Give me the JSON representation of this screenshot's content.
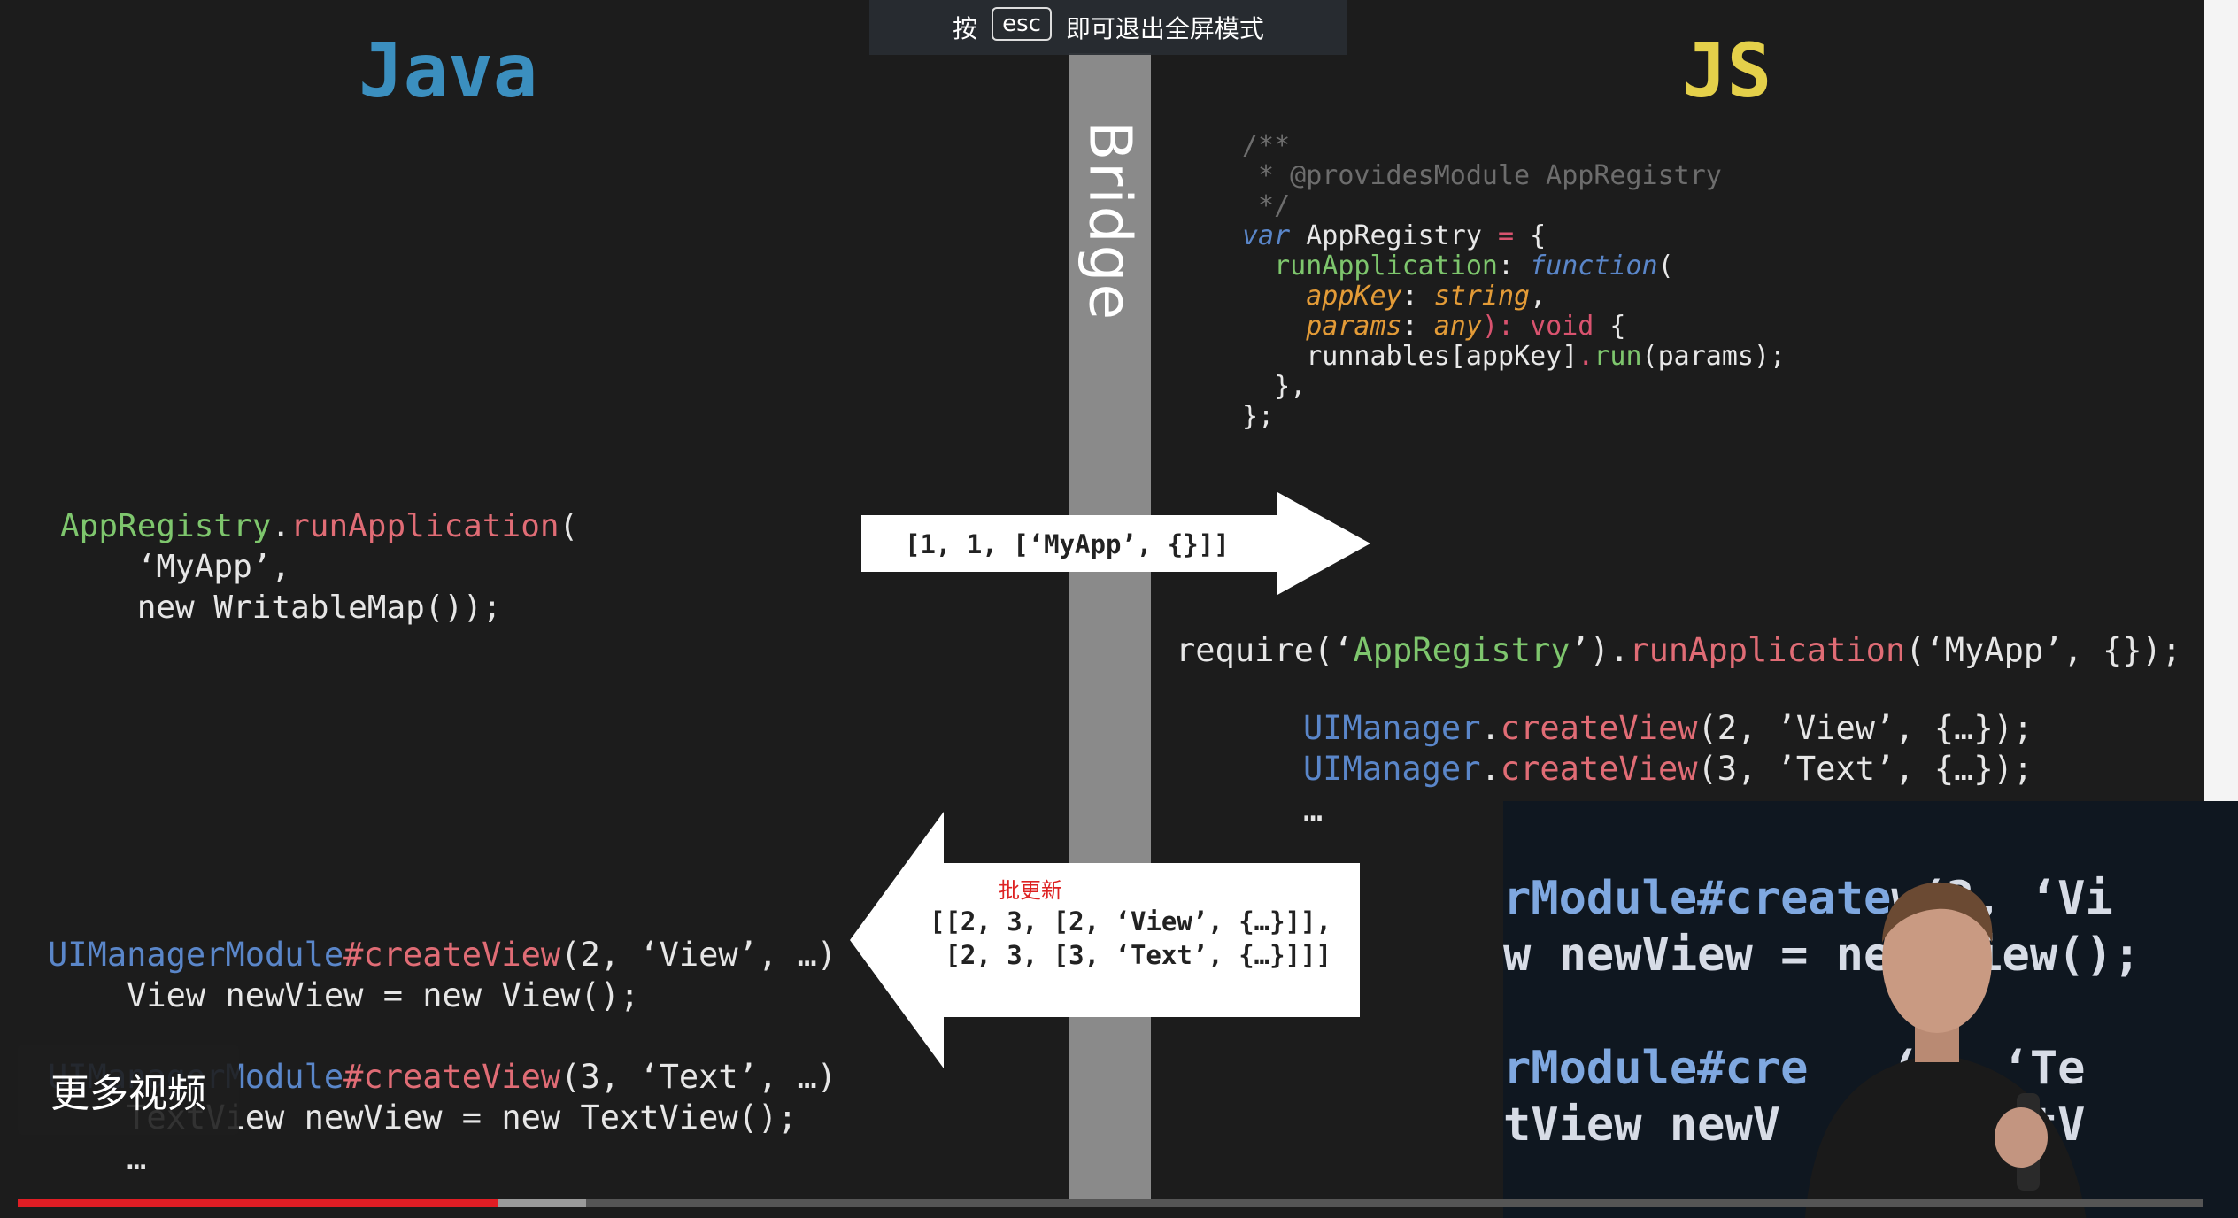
{
  "slide": {
    "java_heading": "Java",
    "js_heading": "JS",
    "bridge_label": "Bridge",
    "js_module": {
      "l1": "/**",
      "l2": " * @providesModule AppRegistry",
      "l3": " */",
      "l4_kw": "var",
      "l4_rest": " AppRegistry ",
      "l4_eq": "=",
      "l4_end": " {",
      "l5_prop": "runApplication",
      "l5_colon": ": ",
      "l5_kw": "function",
      "l5_end": "(",
      "l6_param": "appKey",
      "l6_colon": ": ",
      "l6_type": "string",
      "l6_end": ",",
      "l7_param": "params",
      "l7_colon": ": ",
      "l7_type": "any",
      "l7_paren": "): ",
      "l7_void": "void",
      "l7_end": " {",
      "l8_a": "runnables[appKey]",
      "l8_dot": ".",
      "l8_fn": "run",
      "l8_end": "(params);",
      "l9": "},",
      "l10": "};"
    },
    "java_call": {
      "obj": "AppRegistry",
      "dot": ".",
      "method": "runApplication",
      "paren": "(",
      "arg1": "‘MyApp’,",
      "arg2": "new WritableMap());"
    },
    "right_arrow_label": "[1, 1, [‘MyApp’, {}]]",
    "js_require": {
      "pre": "require(‘",
      "mod": "AppRegistry",
      "mid": "’).",
      "method": "runApplication",
      "post": "(‘MyApp’, {});"
    },
    "ui_calls": {
      "obj": "UIManager",
      "dot": ".",
      "method": "createView",
      "args1": "(2, ’View’, {…});",
      "args2": "(3, ’Text’, {…});",
      "ellipsis": "…"
    },
    "batch_label": "批更新",
    "left_arrow_line1": "[[2, 3, [2, ‘View’, {…}]],",
    "left_arrow_line2": " [2, 3, [3, ‘Text’, {…}]]]",
    "java_module": {
      "obj": "UIManagerModule",
      "method": "#createView",
      "args1": "(2, ‘View’, …)",
      "body1": "View newView = new View();",
      "args2": "(3, ‘Text’, …)",
      "body2": "TextView newView = new TextView();",
      "ellipsis": "…"
    }
  },
  "esc_banner": {
    "prefix": "按",
    "key": "esc",
    "suffix": "即可退出全屏模式"
  },
  "pip": {
    "line1_a": "rModule",
    "line1_b": "#create",
    "line1_c": "w(2, ‘Vi",
    "line2": "w newView = ne   iew();",
    "line3_a": "rModule",
    "line3_b": "#cre",
    "line3_c": "   (3, ‘Te",
    "line4": "tView newV      TextV"
  },
  "more_videos_label": "更多视频",
  "player": {
    "progress_played": 0.22,
    "progress_buffered": 0.26
  },
  "colors": {
    "progress": "#e01d24",
    "java_heading": "#3b8fbf",
    "js_heading": "#e4d04a"
  }
}
